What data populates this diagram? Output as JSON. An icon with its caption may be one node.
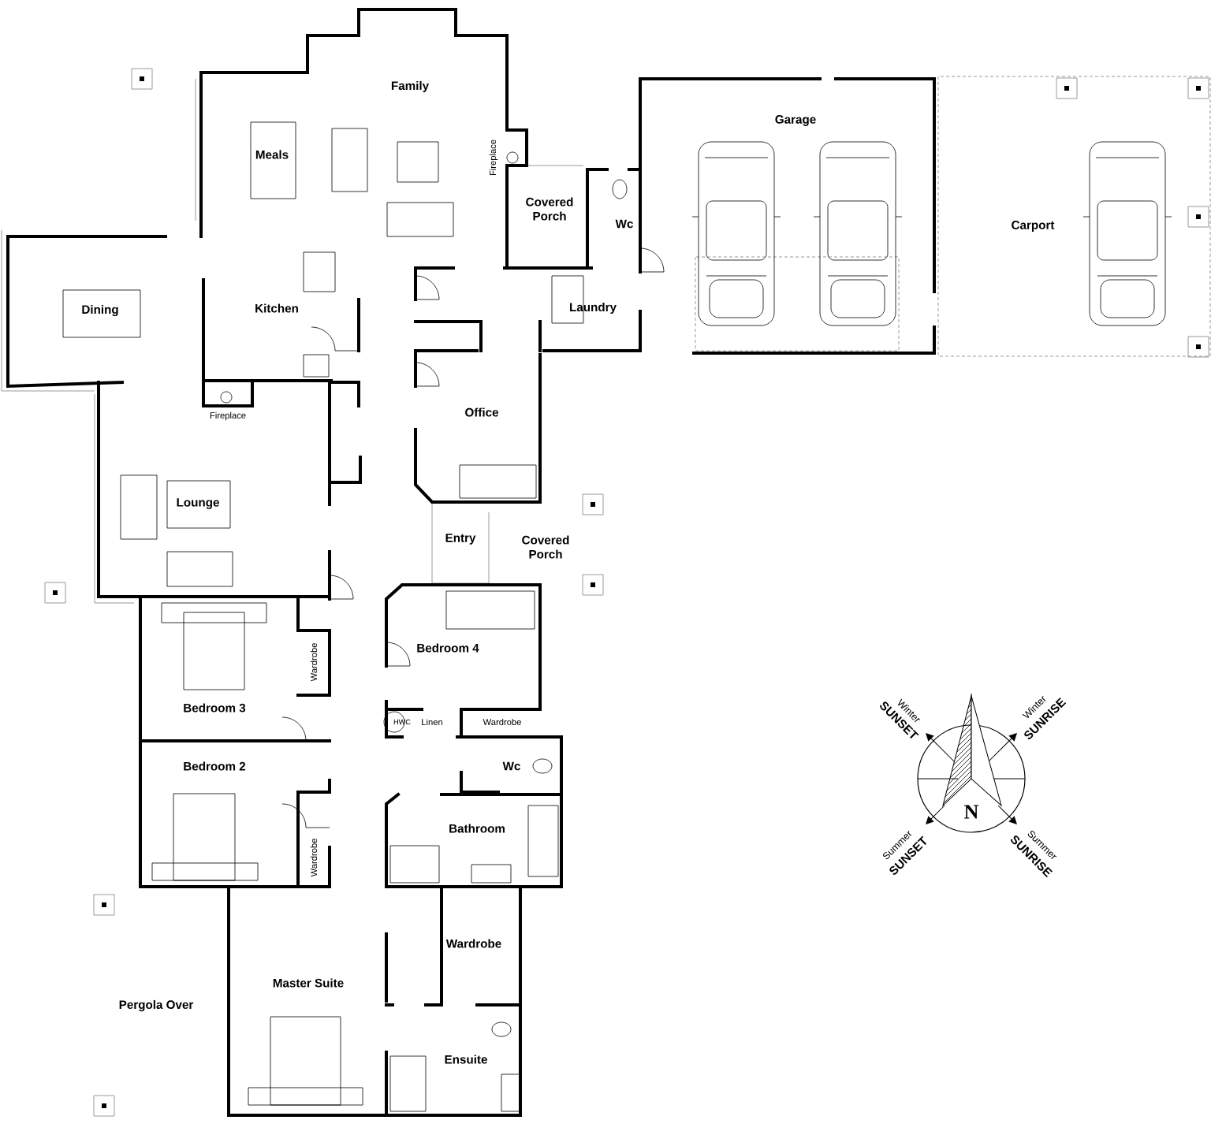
{
  "diagram": {
    "labels": [
      "Family",
      "Garage",
      "Meals",
      "Fireplace",
      "Covered Porch",
      "Wc",
      "Carport",
      "Dining",
      "Kitchen",
      "Laundry",
      "Office",
      "Fireplace",
      "Lounge",
      "Entry",
      "Covered Porch",
      "Bedroom 4",
      "Wardrobe",
      "Bedroom 3",
      "HWC",
      "Linen",
      "Wardrobe",
      "Bedroom 2",
      "Wc",
      "Bathroom",
      "Wardrobe",
      "Wardrobe",
      "Master Suite",
      "Pergola Over",
      "Ensuite",
      "Winter",
      "SUNSET",
      "Winter",
      "SUNRISE",
      "Summer",
      "SUNSET",
      "Summer",
      "SUNRISE",
      "N"
    ]
  }
}
